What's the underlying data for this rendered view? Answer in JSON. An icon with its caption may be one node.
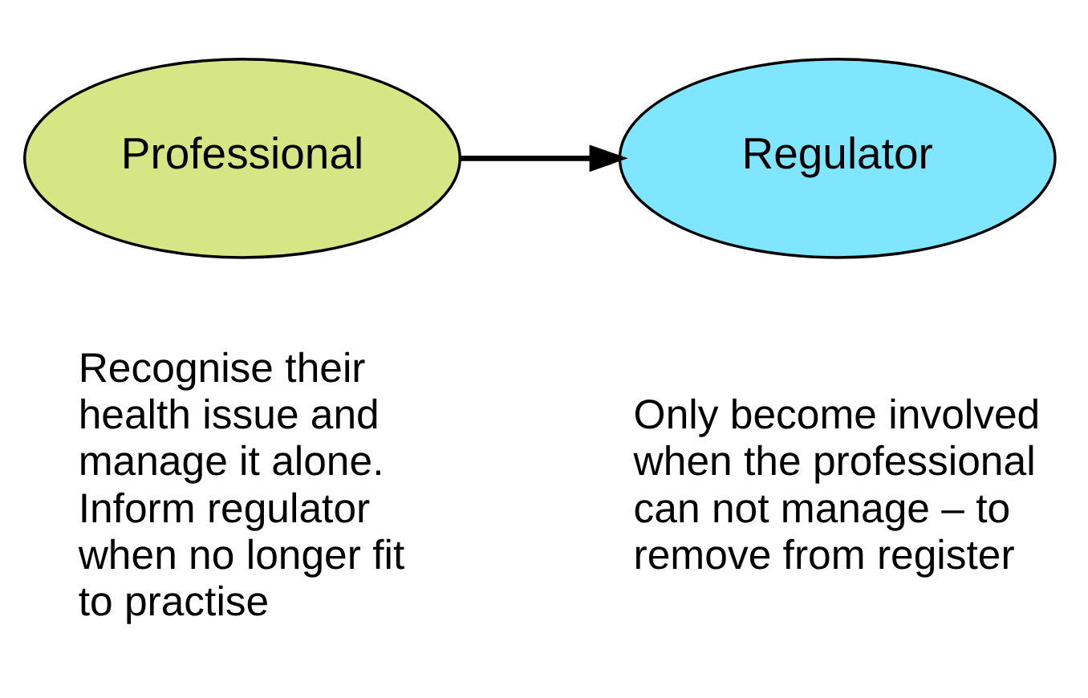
{
  "diagram": {
    "nodes": [
      {
        "text": [
          "Professional"
        ],
        "beside": [
          "Recognise their health issue and manage it alone. Inform regulator when no longer fit to practise"
        ]
      },
      {
        "text": [
          "Regulator"
        ],
        "beside": [
          "Only become involved when the professional can not manage – to remove from register"
        ]
      }
    ],
    "edges": [
      {
        "from": 0,
        "to": 1,
        "arrow": "to"
      }
    ]
  }
}
